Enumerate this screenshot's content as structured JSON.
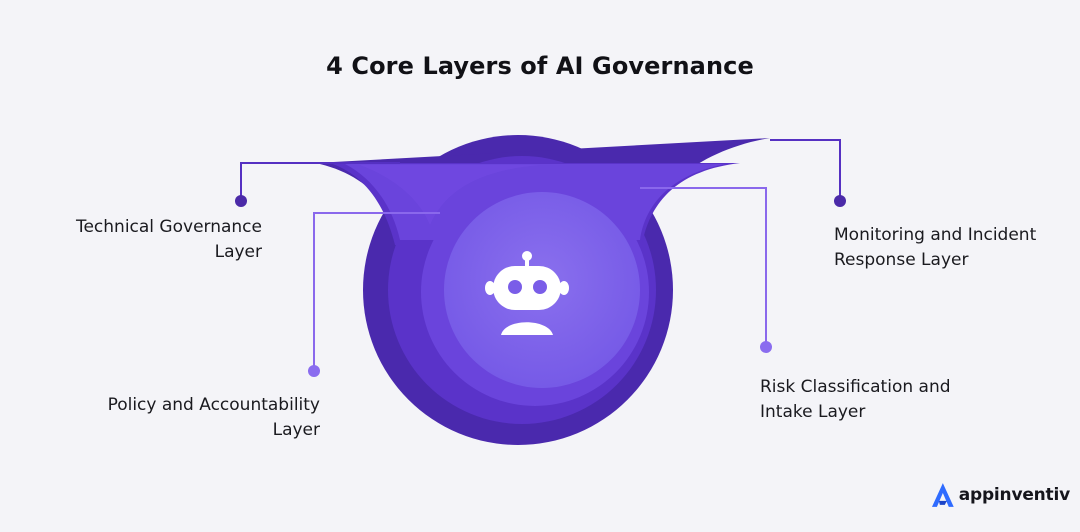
{
  "title": "4 Core Layers of AI Governance",
  "layers": {
    "technical": {
      "line1": "Technical Governance",
      "line2": "Layer"
    },
    "policy": {
      "line1": "Policy and Accountability",
      "line2": "Layer"
    },
    "monitoring": {
      "line1": "Monitoring and Incident",
      "line2": "Response Layer"
    },
    "risk": {
      "line1": "Risk Classification and",
      "line2": "Intake Layer"
    }
  },
  "center_icon": "robot-icon",
  "logo": {
    "text": "appinventiv",
    "icon": "appinventiv-logo-icon"
  },
  "colors": {
    "background": "#f4f4f8",
    "outer_ring": "#4d2bb0",
    "mid_ring": "#5e36d0",
    "inner_ring": "#7048e0",
    "core": "#8166ea",
    "connector_dark": "#5530c2",
    "connector_light": "#8a68ec",
    "dot_dark": "#4b2aa8",
    "dot_light": "#8a6cef",
    "logo_blue": "#2f6bff"
  }
}
